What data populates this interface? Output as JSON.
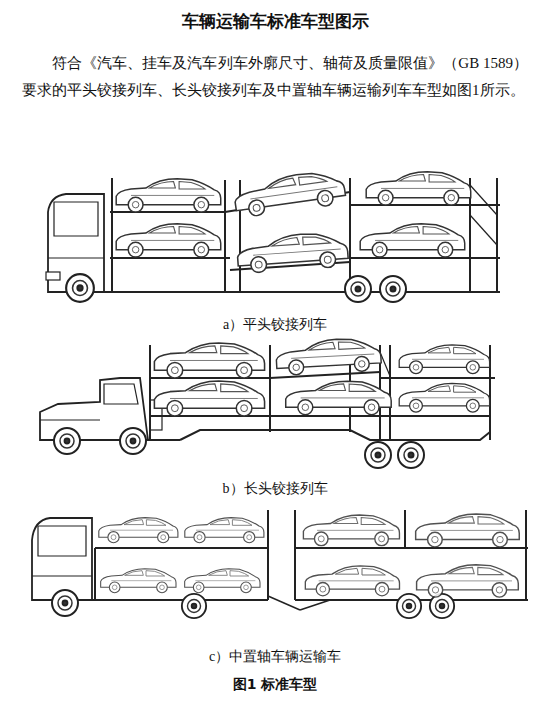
{
  "diagram": {
    "title": "车辆运输车标准车型图示",
    "caption": "图1 标准车型",
    "labels": [
      "符合《汽车、挂车及汽车列车外廓尺寸、轴荷及质量限值》（GB 1589）要求的平头铰接列车、长头铰接列车及中置轴车辆运输列车车型如图1所示。",
      "a）平头铰接列车",
      "b）长头铰接列车",
      "c）中置轴车辆运输车"
    ]
  }
}
